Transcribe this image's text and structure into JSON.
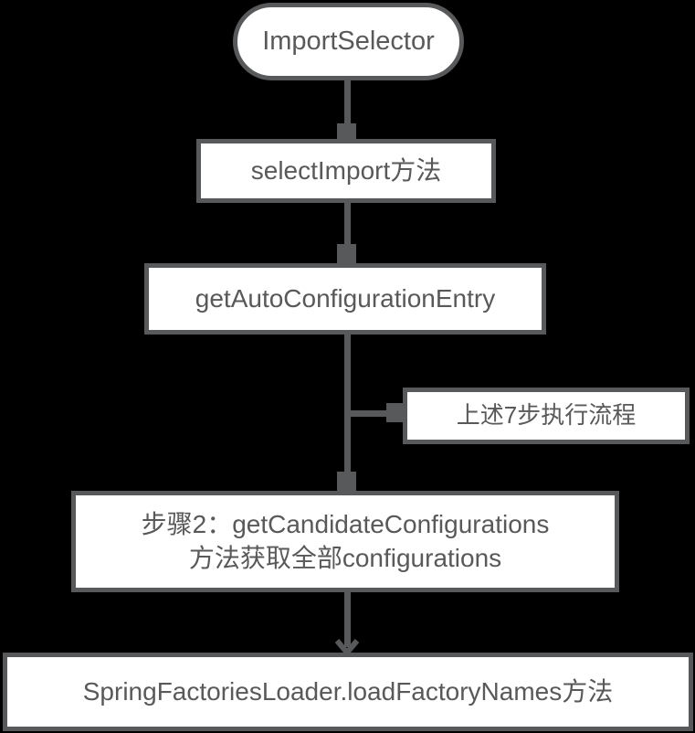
{
  "diagram": {
    "colors": {
      "background": "#000000",
      "node_fill": "#ffffff",
      "stroke": "#58595b",
      "text": "#595959"
    },
    "nodes": {
      "import_selector": {
        "label": "ImportSelector"
      },
      "select_import": {
        "label": "selectImport方法"
      },
      "get_auto_configuration_entry": {
        "label": "getAutoConfigurationEntry"
      },
      "note_seven_steps": {
        "label": "上述7步执行流程"
      },
      "step2": {
        "line1": "步骤2：getCandidateConfigurations",
        "line2": "方法获取全部configurations"
      },
      "spring_factories_loader": {
        "label": "SpringFactoriesLoader.loadFactoryNames方法"
      }
    }
  }
}
